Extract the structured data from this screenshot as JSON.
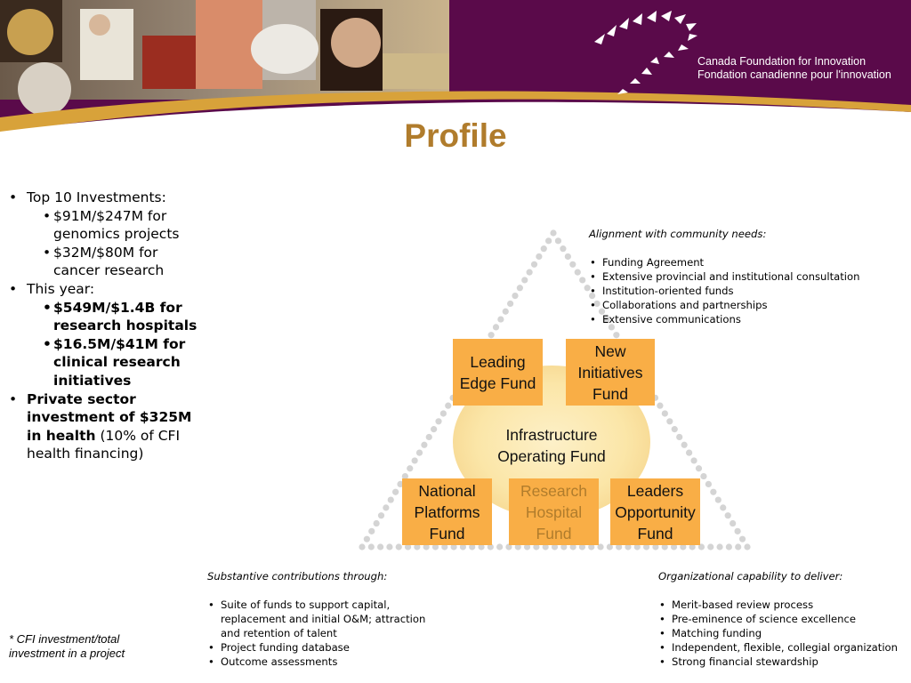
{
  "header": {
    "org_name_en": "Canada Foundation for Innovation",
    "org_name_fr": "Fondation canadienne pour l'innovation",
    "colors": {
      "banner": "#5a0a4a",
      "gold": "#d8a23a"
    }
  },
  "title": "Profile",
  "left_list": {
    "item1": "Top 10 Investments:",
    "item1_sub1": "$91M/$247M for genomics projects",
    "item1_sub2": "$32M/$80M for cancer research",
    "item2": "This year:",
    "item2_sub1": "$549M/$1.4B for research hospitals",
    "item2_sub2": "$16.5M/$41M for clinical research initiatives",
    "item3_bold": "Private sector investment of $325M in health",
    "item3_rest": " (10% of CFI health financing)"
  },
  "footnote": "* CFI investment/total investment in a project",
  "alignment": {
    "heading": "Alignment with community needs:",
    "items": [
      "Funding Agreement",
      "Extensive provincial and institutional consultation",
      "Institution-oriented funds",
      "Collaborations and partnerships",
      "Extensive communications"
    ]
  },
  "substantive": {
    "heading": "Substantive contributions through:",
    "items": [
      "Suite of funds to support capital, replacement and initial O&M; attraction and retention of talent",
      "Project funding database",
      "Outcome assessments"
    ]
  },
  "organizational": {
    "heading": "Organizational capability to deliver:",
    "items": [
      "Merit-based review process",
      "Pre-eminence of science excellence",
      "Matching funding",
      "Independent, flexible, collegial organization",
      "Strong financial stewardship"
    ]
  },
  "diagram": {
    "core": "Infrastructure Operating Fund",
    "funds": {
      "leading_edge": "Leading Edge Fund",
      "new_initiatives": "New Initiatives Fund",
      "national_platforms": "National Platforms Fund",
      "research_hospital": "Research Hospital Fund",
      "leaders_opportunity": "Leaders Opportunity Fund"
    },
    "colors": {
      "box": "#f9ae46",
      "dots": "#d4d4d4",
      "glow": "#fbe8b0"
    }
  }
}
